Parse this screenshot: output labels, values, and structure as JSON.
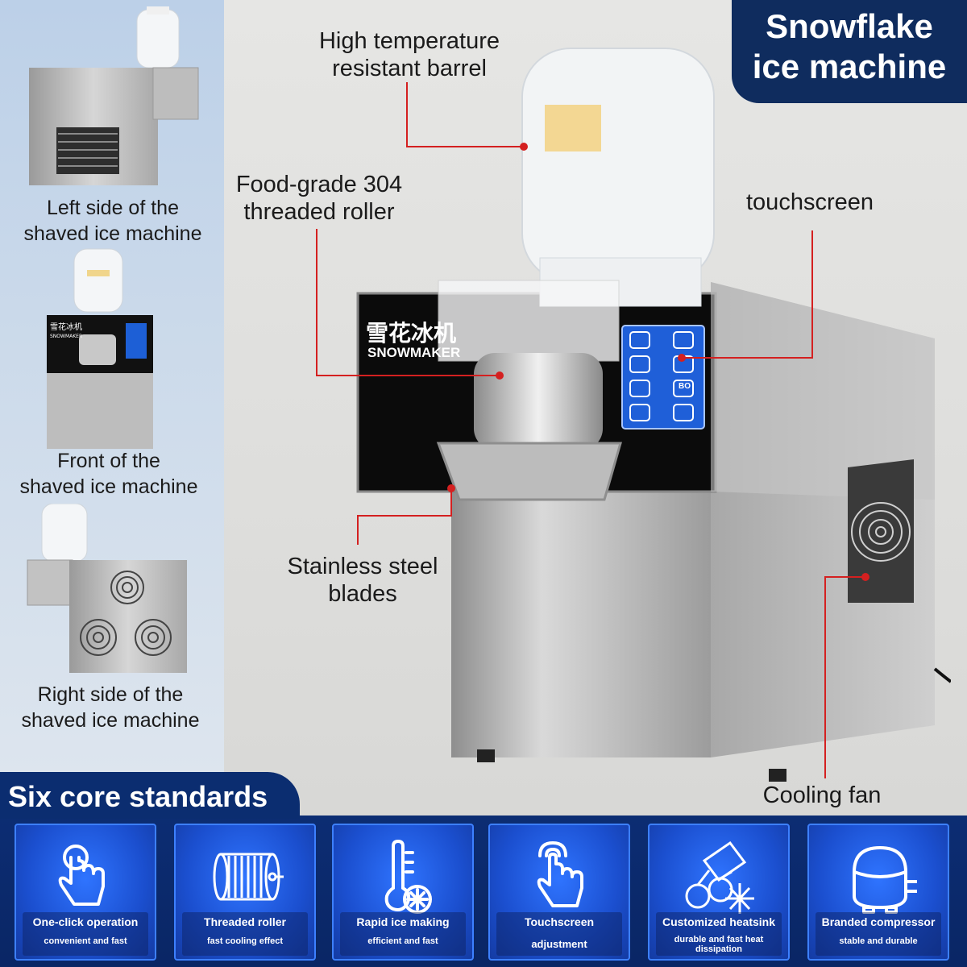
{
  "brand_title": "Snowflake\nice machine",
  "left_views": [
    {
      "caption": "Left side of the\nshaved ice machine"
    },
    {
      "caption": "Front of the\nshaved ice machine"
    },
    {
      "caption": "Right side of the\nshaved ice machine"
    }
  ],
  "callouts": {
    "barrel": "High temperature\nresistant barrel",
    "roller": "Food-grade 304\nthreaded roller",
    "touchscreen": "touchscreen",
    "blades": "Stainless steel\nblades",
    "fan": "Cooling fan"
  },
  "machine_panel": {
    "chinese_name": "雪花冰机",
    "english_name": "SNOWMAKER"
  },
  "touch_buttons": [
    "BO"
  ],
  "section_title": "Six core standards",
  "features": [
    {
      "icon": "pointer-hand-icon",
      "title": "One-click operation",
      "subtitle": "convenient and fast"
    },
    {
      "icon": "roller-icon",
      "title": "Threaded roller",
      "subtitle": "fast cooling effect"
    },
    {
      "icon": "thermometer-snowflake-icon",
      "title": "Rapid ice making",
      "subtitle": "efficient and fast"
    },
    {
      "icon": "touch-hand-icon",
      "title": "Touchscreen",
      "subtitle": "adjustment"
    },
    {
      "icon": "heatsink-icon",
      "title": "Customized heatsink",
      "subtitle": "durable and fast heat\ndissipation"
    },
    {
      "icon": "compressor-icon",
      "title": "Branded compressor",
      "subtitle": "stable and durable"
    }
  ],
  "colors": {
    "navy": "#0f2c5e",
    "band": "#0c2d73",
    "card": "#1b4fcf",
    "callout_line": "#d42020"
  }
}
